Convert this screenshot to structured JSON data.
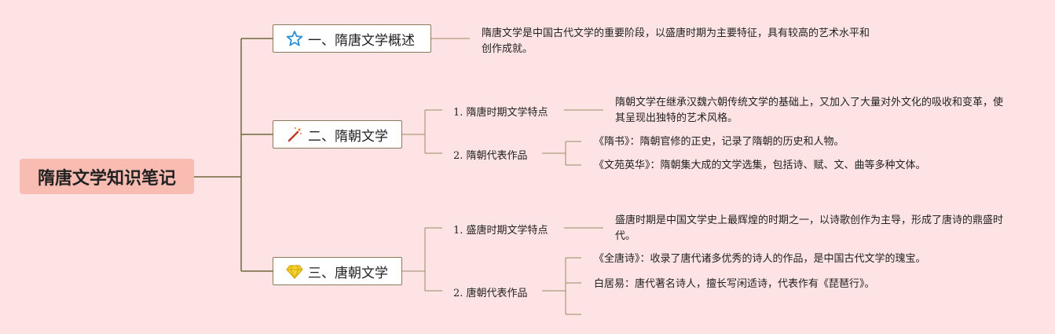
{
  "root": {
    "title": "隋唐文学知识笔记"
  },
  "branches": [
    {
      "title": "一、隋唐文学概述",
      "icon": "star-icon",
      "desc": "隋唐文学是中国古代文学的重要阶段，以盛唐时期为主要特征，具有较高的艺术水平和创作成就。"
    },
    {
      "title": "二、隋朝文学",
      "icon": "magic-wand-icon",
      "subs": [
        {
          "title": "1. 隋唐时期文学特点",
          "desc": "隋朝文学在继承汉魏六朝传统文学的基础上，又加入了大量对外文化的吸收和变革，使其呈现出独特的艺术风格。"
        },
        {
          "title": "2. 隋朝代表作品",
          "items": [
            "《隋书》：隋朝官修的正史，记录了隋朝的历史和人物。",
            "《文苑英华》：隋朝集大成的文学选集，包括诗、赋、文、曲等多种文体。"
          ]
        }
      ]
    },
    {
      "title": "三、唐朝文学",
      "icon": "diamond-icon",
      "subs": [
        {
          "title": "1. 盛唐时期文学特点",
          "desc": "盛唐时期是中国文学史上最辉煌的时期之一，以诗歌创作为主导，形成了唐诗的鼎盛时代。"
        },
        {
          "title": "2. 唐朝代表作品",
          "items": [
            "《全唐诗》：收录了唐代诸多优秀的诗人的作品，是中国古代文学的瑰宝。",
            "白居易：唐代著名诗人，擅长写闲适诗，代表作有《琵琶行》。"
          ]
        }
      ]
    }
  ],
  "colors": {
    "background": "#fde3e3",
    "root_fill": "#f8bcb3",
    "line": "#8a7a5e"
  }
}
